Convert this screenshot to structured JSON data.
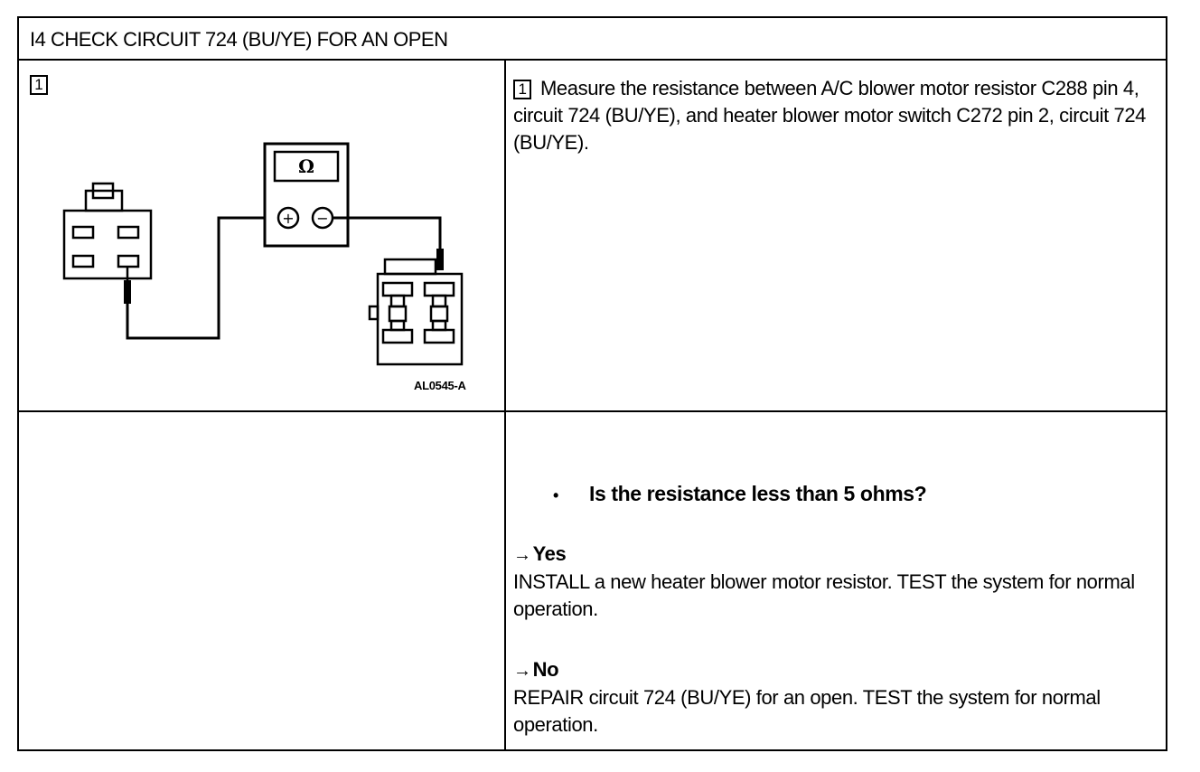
{
  "title": "I4 CHECK CIRCUIT 724 (BU/YE) FOR AN OPEN",
  "left_step_number": "1",
  "figure": {
    "meter_symbol": "Ω",
    "plus_symbol": "+",
    "minus_symbol": "−",
    "code": "AL0545-A"
  },
  "instruction": {
    "step_number": "1",
    "text": "Measure the resistance between A/C blower motor resistor C288 pin 4, circuit 724 (BU/YE), and heater blower motor switch C272 pin 2, circuit 724 (BU/YE)."
  },
  "question": {
    "bullet": "•",
    "text": "Is the resistance less than 5 ohms?"
  },
  "answers": {
    "arrow": "→",
    "yes": {
      "label": "Yes",
      "text": "INSTALL a new heater blower motor resistor. TEST the system for normal operation."
    },
    "no": {
      "label": "No",
      "text": "REPAIR circuit 724 (BU/YE) for an open. TEST the system for normal operation."
    }
  }
}
